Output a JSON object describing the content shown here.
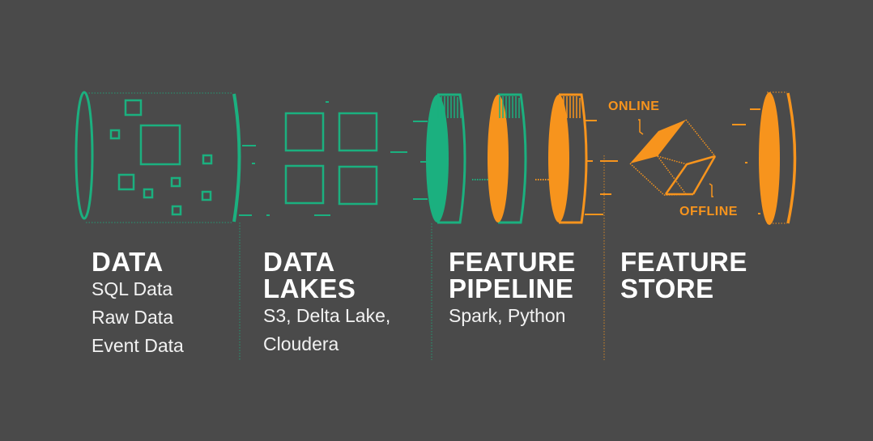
{
  "colors": {
    "background": "#4a4a4a",
    "green": "#1bb07f",
    "orange": "#f7941d",
    "text": "#ffffff"
  },
  "stages": [
    {
      "id": "data",
      "title_lines": [
        "DATA"
      ],
      "items": [
        "SQL Data",
        "Raw Data",
        "Event Data"
      ],
      "icon": "cylinder-with-squares-icon"
    },
    {
      "id": "data-lakes",
      "title_lines": [
        "DATA",
        "LAKES"
      ],
      "items": [
        "S3, Delta Lake,",
        "Cloudera"
      ],
      "icon": "four-squares-grid-icon"
    },
    {
      "id": "feature-pipeline",
      "title_lines": [
        "FEATURE",
        "PIPELINE"
      ],
      "items": [
        "Spark, Python"
      ],
      "icon": "stacked-discs-pipeline-icon"
    },
    {
      "id": "feature-store",
      "title_lines": [
        "FEATURE",
        "STORE"
      ],
      "items": [],
      "icon": "cube-disc-store-icon"
    }
  ],
  "cube_labels": {
    "online": "ONLINE",
    "offline": "OFFLINE"
  }
}
